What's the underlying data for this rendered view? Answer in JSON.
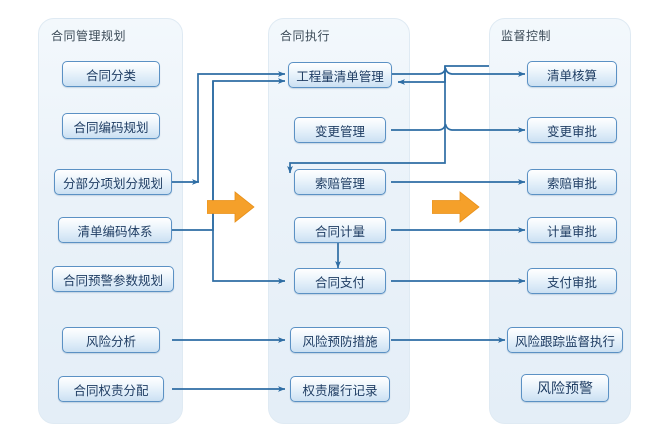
{
  "diagram": {
    "type": "flow-diagram",
    "title": "",
    "colors": {
      "panel_fill": "#eaf2f9",
      "panel_border": "#dfeaf3",
      "node_border": "#5b91c4",
      "node_fill": "#d9e9f7",
      "node_text": "#1f3d63",
      "connector": "#2e6da4",
      "accent_arrow": "#f5a02a",
      "panel_title_text": "#3b4a57"
    }
  },
  "columns": [
    {
      "id": "planning",
      "title": "合同管理规划",
      "nodes": [
        {
          "id": "p1",
          "label": "合同分类"
        },
        {
          "id": "p2",
          "label": "合同编码规划"
        },
        {
          "id": "p3",
          "label": "分部分项划分规划"
        },
        {
          "id": "p4",
          "label": "清单编码体系"
        },
        {
          "id": "p5",
          "label": "合同预警参数规划"
        },
        {
          "id": "p6",
          "label": "风险分析"
        },
        {
          "id": "p7",
          "label": "合同权责分配"
        }
      ]
    },
    {
      "id": "execution",
      "title": "合同执行",
      "nodes": [
        {
          "id": "e1",
          "label": "工程量清单管理"
        },
        {
          "id": "e2",
          "label": "变更管理"
        },
        {
          "id": "e3",
          "label": "索赔管理"
        },
        {
          "id": "e4",
          "label": "合同计量"
        },
        {
          "id": "e5",
          "label": "合同支付"
        },
        {
          "id": "e6",
          "label": "风险预防措施"
        },
        {
          "id": "e7",
          "label": "权责履行记录"
        }
      ]
    },
    {
      "id": "supervision",
      "title": "监督控制",
      "nodes": [
        {
          "id": "s1",
          "label": "清单核算"
        },
        {
          "id": "s2",
          "label": "变更审批"
        },
        {
          "id": "s3",
          "label": "索赔审批"
        },
        {
          "id": "s4",
          "label": "计量审批"
        },
        {
          "id": "s5",
          "label": "支付审批"
        },
        {
          "id": "s6",
          "label": "风险跟踪监督执行"
        },
        {
          "id": "s7",
          "label": "风险预警"
        }
      ]
    }
  ],
  "stage_arrows": [
    {
      "id": "arrow-planning-to-execution",
      "name": "stage-transition-arrow-1"
    },
    {
      "id": "arrow-execution-to-supervision",
      "name": "stage-transition-arrow-2"
    }
  ],
  "connections": [
    {
      "from": "p3",
      "to": "e1"
    },
    {
      "from": "p4",
      "to": "e1"
    },
    {
      "from": "p4",
      "to": "e5"
    },
    {
      "from": "e1",
      "to": "s1"
    },
    {
      "from": "e2",
      "to": "s2"
    },
    {
      "from": "s1",
      "to": "e1"
    },
    {
      "from": "s2",
      "to": "e3"
    },
    {
      "from": "e3",
      "to": "s3"
    },
    {
      "from": "e4",
      "to": "s4"
    },
    {
      "from": "e4",
      "to": "e5"
    },
    {
      "from": "e5",
      "to": "s5"
    },
    {
      "from": "p6",
      "to": "e6"
    },
    {
      "from": "e6",
      "to": "s6"
    },
    {
      "from": "p7",
      "to": "e7"
    }
  ]
}
